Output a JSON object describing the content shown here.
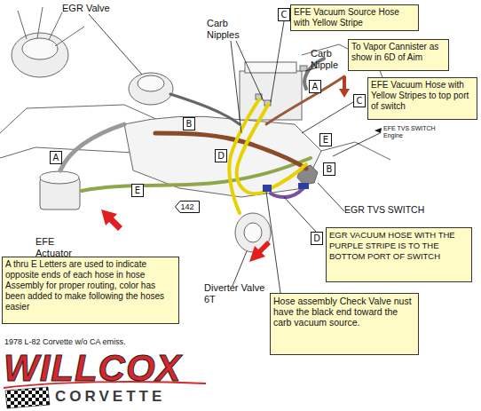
{
  "diagram": {
    "nodes": [
      {
        "text": [
          "C"
        ]
      },
      {
        "text": [
          "EFE Vacuum Source Hose with Yellow Stripe"
        ]
      },
      {
        "text": [
          "To Vapor Cannister as show in 6D of Aim"
        ]
      },
      {
        "text": [
          "A"
        ]
      },
      {
        "text": [
          "C"
        ]
      },
      {
        "text": [
          "EFE Vacuum Hose with Yellow Stripes to top port of switch"
        ]
      },
      {
        "text": [
          "B"
        ]
      },
      {
        "text": [
          "E"
        ]
      },
      {
        "text": [
          "D"
        ]
      },
      {
        "text": [
          "A"
        ]
      },
      {
        "text": [
          "B"
        ]
      },
      {
        "text": [
          "E"
        ]
      },
      {
        "text": [
          "142"
        ]
      },
      {
        "text": [
          "D"
        ]
      },
      {
        "text": [
          "EGR VACUUM HOSE WITH THE PURPLE STRIPE IS TO THE BOTTOM PORT OF SWITCH"
        ]
      },
      {
        "text": [
          "A thru E Letters are used to indicate opposite ends of each hose in hose Assembly for proper routing, color has been added to make following the hoses easier"
        ]
      },
      {
        "text": [
          "Hose assembly Check Valve nust have the black end toward the carb vacuum source."
        ]
      }
    ],
    "labels": [
      "EGR Valve",
      "Carb Nipples",
      "Carb Nipple",
      "EFE TVS SWITCH",
      "Engine",
      "EGR TVS SWITCH",
      "EFE Actuator",
      "Diverter Valve 6T",
      "1978 L-82 Corvette w/o CA emiss.",
      "WILLCOX",
      "CORVETTE"
    ]
  }
}
